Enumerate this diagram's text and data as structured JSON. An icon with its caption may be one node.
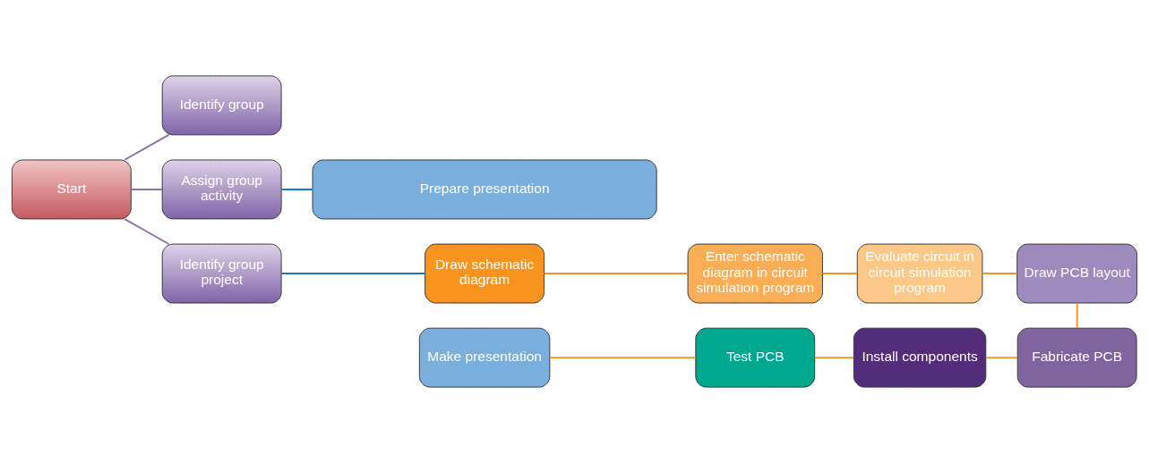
{
  "diagram": {
    "nodes": [
      {
        "text": [
          "Start"
        ]
      },
      {
        "text": [
          "Identify group"
        ]
      },
      {
        "text": [
          "Assign group activity"
        ]
      },
      {
        "text": [
          "Identify group project"
        ]
      },
      {
        "text": [
          "Prepare presentation"
        ]
      },
      {
        "text": [
          "Draw schematic diagram"
        ]
      },
      {
        "text": [
          "Enter schematic diagram in circuit simulation program"
        ]
      },
      {
        "text": [
          "Evaluate circuit in circuit simulation program"
        ]
      },
      {
        "text": [
          "Draw PCB layout"
        ]
      },
      {
        "text": [
          "Make presentation"
        ]
      },
      {
        "text": [
          "Test PCB"
        ]
      },
      {
        "text": [
          "Install components"
        ]
      },
      {
        "text": [
          "Fabricate PCB"
        ]
      }
    ],
    "edges": [
      {
        "from": 0,
        "to": 1,
        "arrow": "none",
        "color": "#8e6fb0"
      },
      {
        "from": 0,
        "to": 2,
        "arrow": "none",
        "color": "#8e6fb0"
      },
      {
        "from": 0,
        "to": 3,
        "arrow": "none",
        "color": "#8e6fb0"
      },
      {
        "from": 2,
        "to": 4,
        "arrow": "none",
        "color": "#1a75bc"
      },
      {
        "from": 3,
        "to": 5,
        "arrow": "none",
        "color": "#1a75bc"
      },
      {
        "from": 5,
        "to": 6,
        "arrow": "none"
      },
      {
        "from": 6,
        "to": 7,
        "arrow": "none"
      },
      {
        "from": 7,
        "to": 8,
        "arrow": "none"
      },
      {
        "from": 8,
        "to": 12,
        "arrow": "none"
      },
      {
        "from": 12,
        "to": 11,
        "arrow": "none"
      },
      {
        "from": 11,
        "to": 10,
        "arrow": "none"
      },
      {
        "from": 10,
        "to": 9,
        "arrow": "none"
      }
    ]
  }
}
